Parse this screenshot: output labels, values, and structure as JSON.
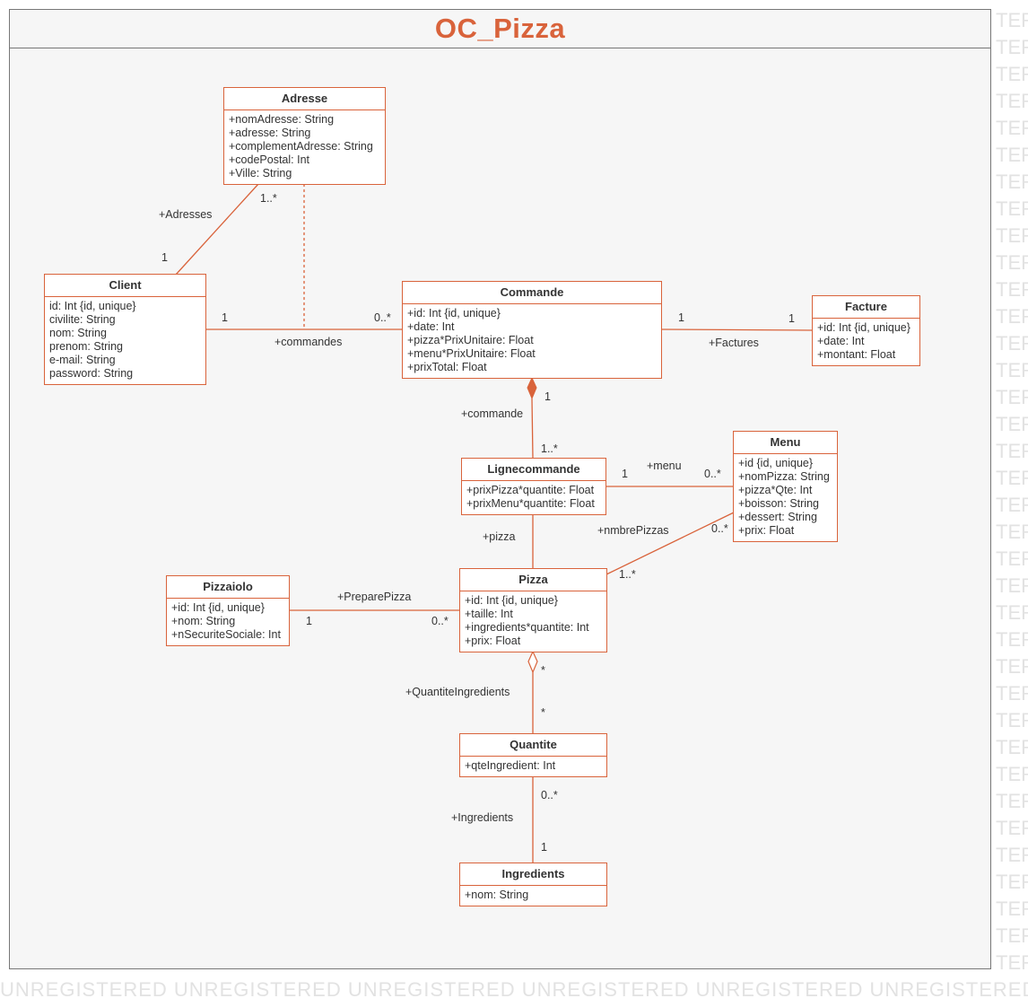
{
  "title": "OC_Pizza",
  "watermark_text": "UNREGISTERED UNREGISTERED UNREGISTERED UNREGISTERED UNREGISTERED UNREGISTERED",
  "watermark_side": [
    "TER",
    "TER",
    "TER",
    "TER",
    "TER",
    "TER",
    "TER",
    "TER",
    "TER",
    "TER",
    "TER",
    "TER",
    "TER",
    "TER",
    "TER",
    "TER",
    "TER",
    "TER",
    "TER",
    "TER",
    "TER",
    "TER",
    "TER",
    "TER",
    "TER",
    "TER",
    "TER",
    "TER",
    "TER",
    "TER",
    "TER",
    "TER",
    "TER",
    "TER",
    "TER",
    "TER"
  ],
  "colors": {
    "accent": "#d9633b",
    "border": "#777777",
    "background": "#f6f6f6"
  },
  "classes": {
    "adresse": {
      "name": "Adresse",
      "attributes": [
        "+nomAdresse: String",
        "+adresse: String",
        "+complementAdresse: String",
        "+codePostal: Int",
        "+Ville: String"
      ]
    },
    "client": {
      "name": "Client",
      "attributes": [
        "id: Int {id, unique}",
        "civilite: String",
        "nom: String",
        "prenom: String",
        "e-mail: String",
        "password: String"
      ]
    },
    "commande": {
      "name": "Commande",
      "attributes": [
        "+id: Int {id, unique}",
        "+date: Int",
        "+pizza*PrixUnitaire: Float",
        "+menu*PrixUnitaire: Float",
        "+prixTotal: Float"
      ]
    },
    "facture": {
      "name": "Facture",
      "attributes": [
        "+id: Int {id, unique}",
        "+date: Int",
        "+montant: Float"
      ]
    },
    "lignecommande": {
      "name": "Lignecommande",
      "attributes": [
        "+prixPizza*quantite: Float",
        "+prixMenu*quantite: Float"
      ]
    },
    "menu": {
      "name": "Menu",
      "attributes": [
        "+id {id, unique}",
        "+nomPizza: String",
        "+pizza*Qte: Int",
        "+boisson: String",
        "+dessert: String",
        "+prix: Float"
      ]
    },
    "pizzaiolo": {
      "name": "Pizzaiolo",
      "attributes": [
        "+id: Int {id, unique}",
        "+nom: String",
        "+nSecuriteSociale: Int"
      ]
    },
    "pizza": {
      "name": "Pizza",
      "attributes": [
        "+id: Int {id, unique}",
        "+taille: Int",
        "+ingredients*quantite: Int",
        "+prix: Float"
      ]
    },
    "quantite": {
      "name": "Quantite",
      "attributes": [
        "+qteIngredient: Int"
      ]
    },
    "ingredients": {
      "name": "Ingredients",
      "attributes": [
        "+nom: String"
      ]
    }
  },
  "associations": {
    "client_adresse": {
      "role": "+Adresses",
      "mult_a": "1",
      "mult_b": "1..*"
    },
    "client_commande": {
      "role": "+commandes",
      "mult_a": "1",
      "mult_b": "0..*"
    },
    "commande_facture": {
      "role": "+Factures",
      "mult_a": "1",
      "mult_b": "1"
    },
    "commande_ligne": {
      "role": "+commande",
      "mult_a": "1",
      "mult_b": "1..*"
    },
    "ligne_menu": {
      "role": "+menu",
      "mult_a": "1",
      "mult_b": "0..*"
    },
    "ligne_pizza": {
      "role": "+pizza"
    },
    "menu_pizza": {
      "role": "+nmbrePizzas",
      "mult_a": "0..*",
      "mult_b": "1..*"
    },
    "pizzaiolo_pizza": {
      "role": "+PreparePizza",
      "mult_a": "1",
      "mult_b": "0..*"
    },
    "pizza_quantite": {
      "role": "+QuantiteIngredients",
      "mult_a": "*",
      "mult_b": "*"
    },
    "quantite_ingredients": {
      "role": "+Ingredients",
      "mult_a": "0..*",
      "mult_b": "1"
    }
  }
}
